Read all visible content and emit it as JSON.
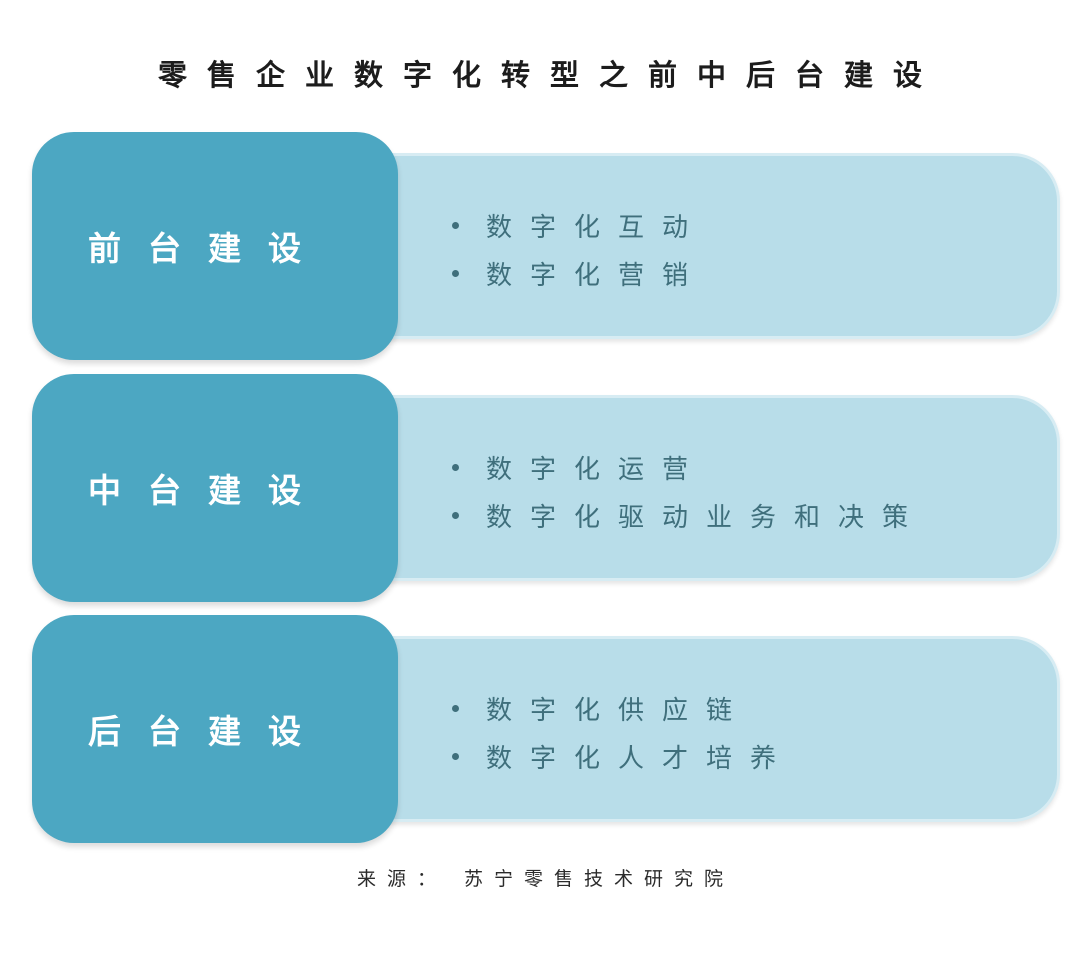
{
  "title": "零售企业数字化转型之前中后台建设",
  "sections": [
    {
      "label": "前台建设",
      "items": [
        "数字化互动",
        "数字化营销"
      ]
    },
    {
      "label": "中台建设",
      "items": [
        "数字化运营",
        "数字化驱动业务和决策"
      ]
    },
    {
      "label": "后台建设",
      "items": [
        "数字化供应链",
        "数字化人才培养"
      ]
    }
  ],
  "source": "来源： 苏宁零售技术研究院",
  "colors": {
    "label_bg": "#4ca7c2",
    "panel_bg": "#b8dde9",
    "bullet_text": "#3f6f7c"
  }
}
